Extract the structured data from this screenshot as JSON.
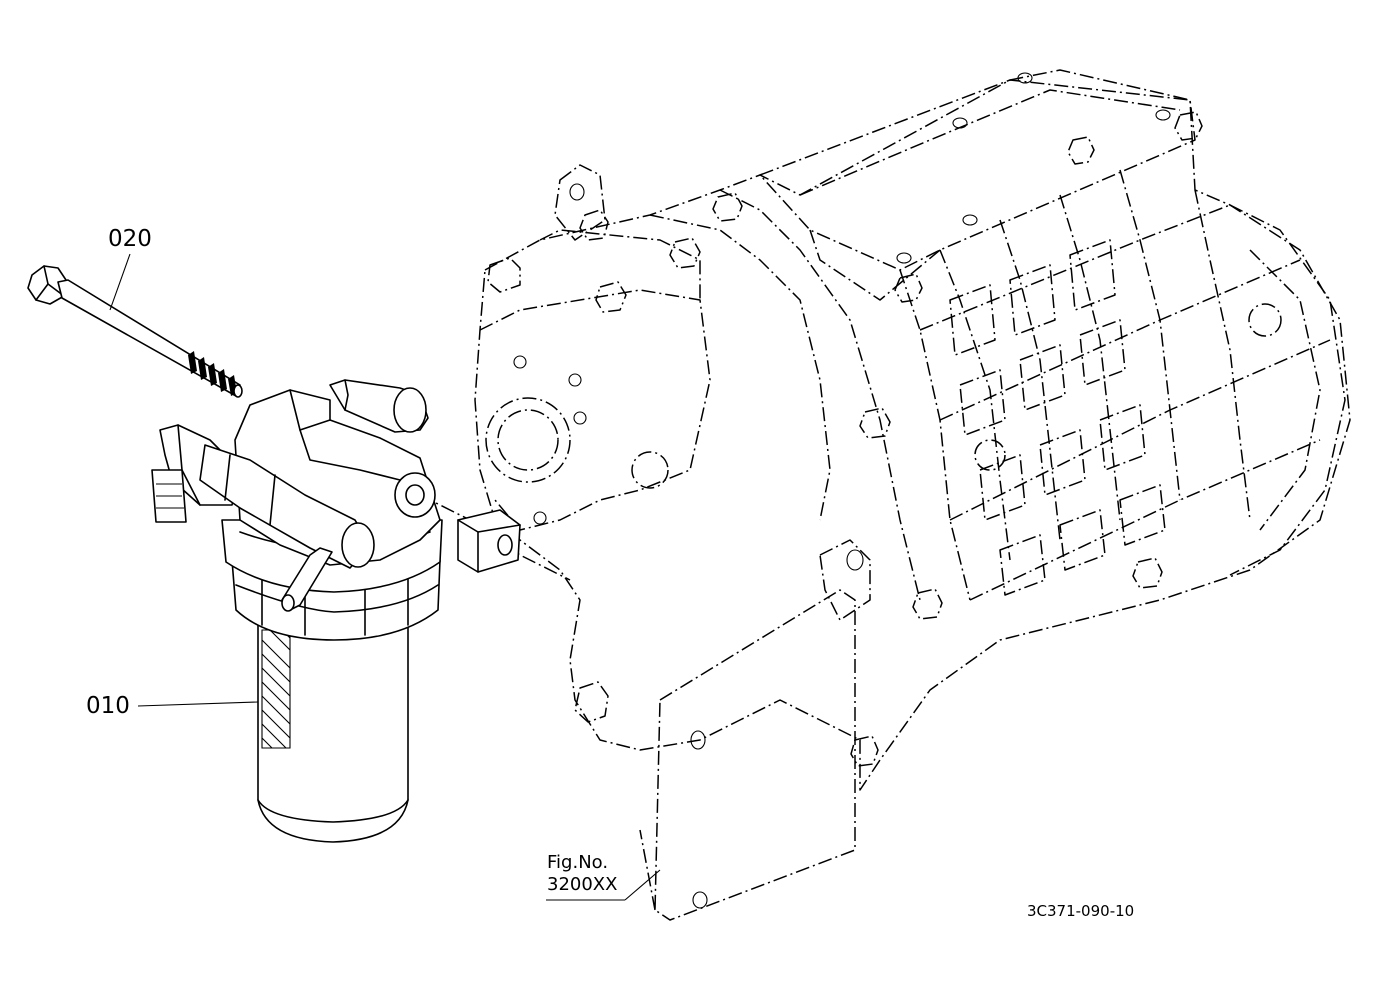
{
  "callouts": {
    "part_020": "020",
    "part_010": "010"
  },
  "figure_reference": {
    "line1": "Fig.No.",
    "line2": "3200XX"
  },
  "drawing_id": "3C371-090-10",
  "colors": {
    "ink": "#000000",
    "background": "#ffffff"
  }
}
